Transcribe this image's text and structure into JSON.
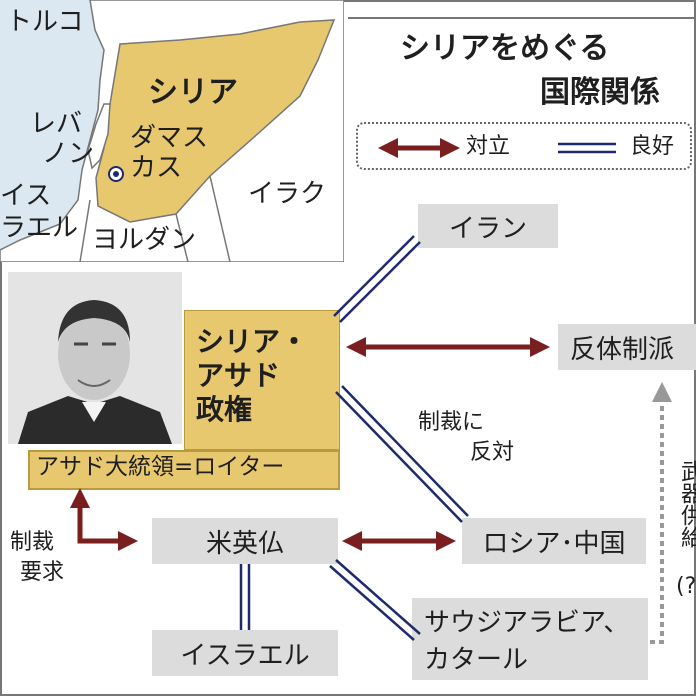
{
  "map": {
    "labels": {
      "turkey": "トルコ",
      "syria": "シリア",
      "lebanon_1": "レバ",
      "lebanon_2": "ノン",
      "damascus_1": "ダマス",
      "damascus_2": "カス",
      "israel_1": "イス",
      "israel_2": "ラエル",
      "iraq": "イラク",
      "jordan": "ヨルダン"
    },
    "colors": {
      "syria": "#e8c86f",
      "sea": "#dbe8f2",
      "land": "#ffffff",
      "border": "#777777"
    }
  },
  "title": {
    "line1": "シリアをめぐる",
    "line2": "国際関係"
  },
  "legend": {
    "conflict": "対立",
    "good": "良好"
  },
  "nodes": {
    "syria_line1": "シリア・",
    "syria_line2": "アサド",
    "syria_line3": "政権",
    "iran": "イラン",
    "opposition": "反体制派",
    "us_uk_fr": "米英仏",
    "russia_china": "ロシア･中国",
    "israel": "イスラエル",
    "saudi_line1": "サウジアラビア、",
    "saudi_line2": "カタール"
  },
  "photo": {
    "caption": "アサド大統領=ロイター"
  },
  "annotations": {
    "sanctions_demand_1": "制裁",
    "sanctions_demand_2": "要求",
    "oppose_sanctions_1": "制裁に",
    "oppose_sanctions_2": "反対",
    "arms_supply": "武器供給",
    "arms_supply_suffix": "(?)"
  },
  "colors": {
    "conflict": "#7a1f1f",
    "good": "#1f2a6e",
    "syria_box": "#e8c86f",
    "node_box": "#dcdcdc",
    "dotted_arrow": "#999999"
  }
}
